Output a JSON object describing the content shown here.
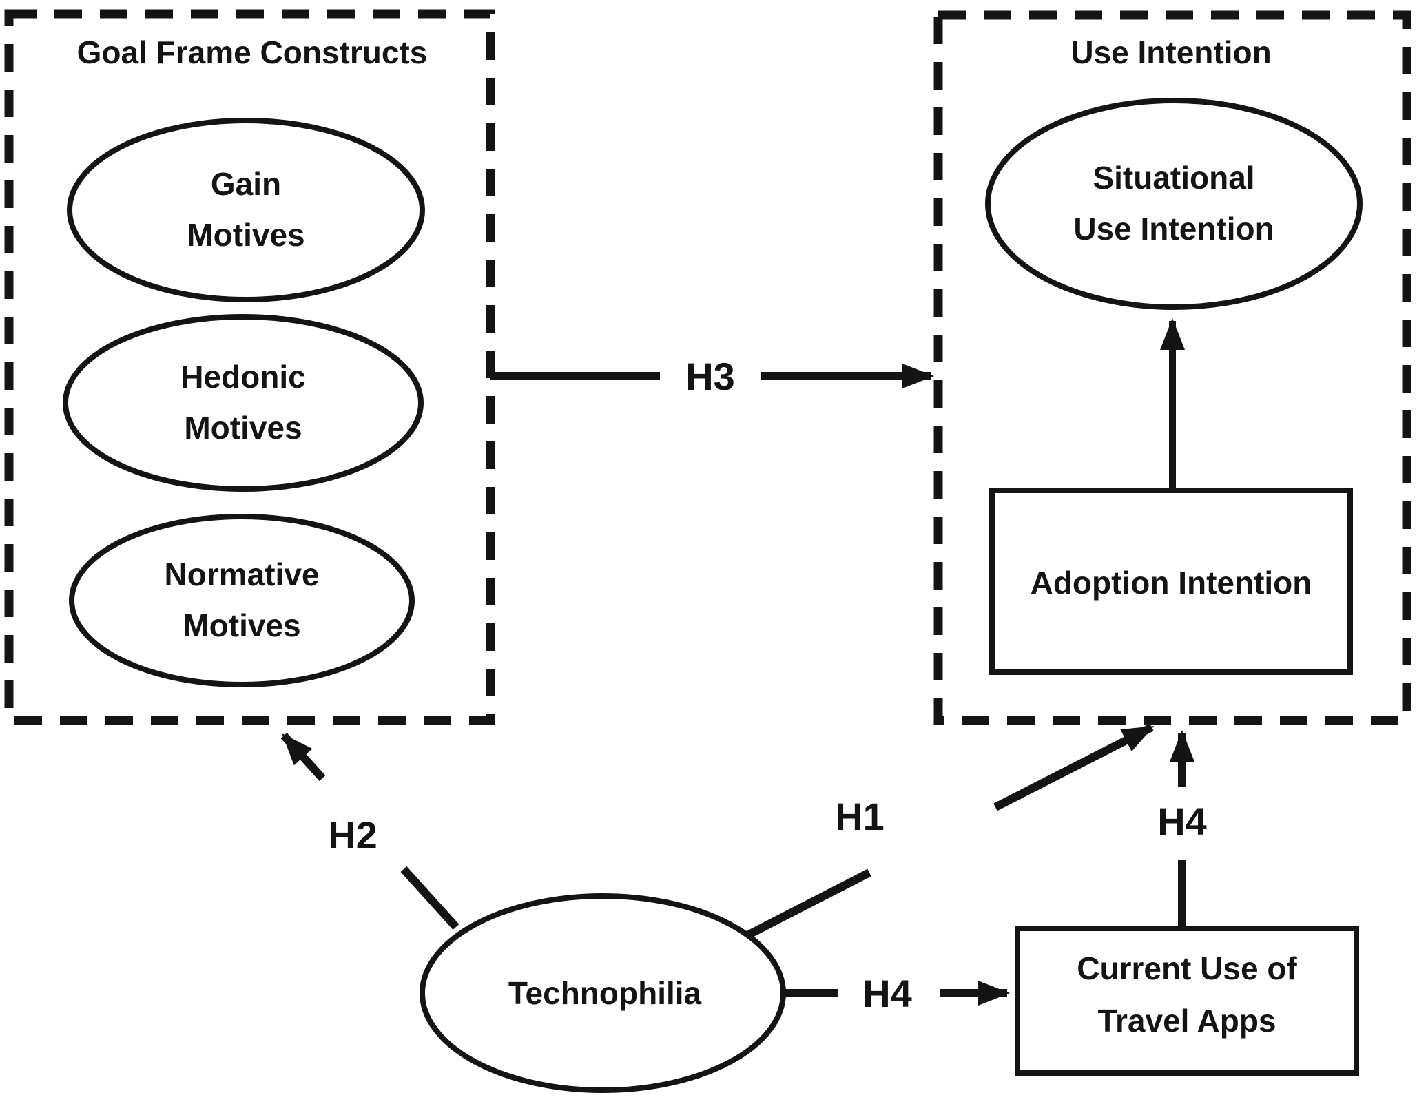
{
  "figure": {
    "type": "conceptual-model-diagram",
    "background": "#ffffff",
    "stroke_color": "#141414",
    "text_color": "#141414"
  },
  "groups": {
    "goal_frame": {
      "title": "Goal Frame Constructs"
    },
    "use_intention": {
      "title": "Use Intention"
    }
  },
  "nodes": {
    "gain": {
      "shape": "ellipse",
      "line1": "Gain",
      "line2": "Motives"
    },
    "hedonic": {
      "shape": "ellipse",
      "line1": "Hedonic",
      "line2": "Motives"
    },
    "normative": {
      "shape": "ellipse",
      "line1": "Normative",
      "line2": "Motives"
    },
    "situational": {
      "shape": "ellipse",
      "line1": "Situational",
      "line2": "Use Intention"
    },
    "adoption": {
      "shape": "rectangle",
      "label": "Adoption Intention"
    },
    "technophilia": {
      "shape": "ellipse",
      "label": "Technophilia"
    },
    "current_use": {
      "shape": "rectangle",
      "line1": "Current Use of",
      "line2": "Travel Apps"
    }
  },
  "edges": {
    "h3": {
      "label": "H3",
      "from": "goal_frame",
      "to": "use_intention"
    },
    "h2": {
      "label": "H2",
      "from": "technophilia",
      "to": "goal_frame"
    },
    "h1": {
      "label": "H1",
      "from": "technophilia",
      "to": "use_intention"
    },
    "h4_direct": {
      "label": "H4",
      "from": "technophilia",
      "to": "current_use"
    },
    "h4_mediated": {
      "label": "H4",
      "from": "current_use",
      "to": "use_intention"
    },
    "adoption_to_situational": {
      "label": "",
      "from": "adoption",
      "to": "situational"
    }
  }
}
